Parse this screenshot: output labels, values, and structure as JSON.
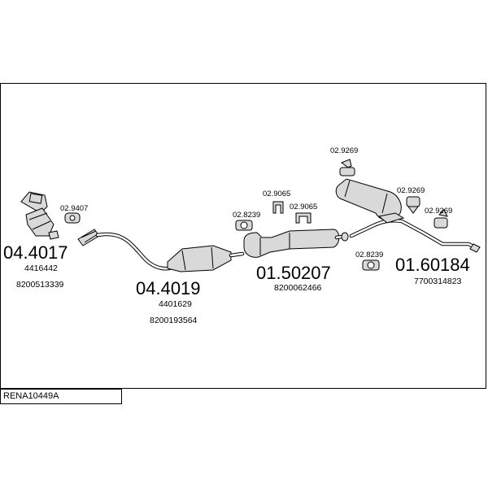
{
  "diagram_code": "RENA10449A",
  "parts": [
    {
      "number": "04.4017",
      "refs": [
        "4416442",
        "8200513339"
      ]
    },
    {
      "number": "04.4019",
      "refs": [
        "4401629",
        "8200193564"
      ]
    },
    {
      "number": "01.50207",
      "refs": [
        "8200062466"
      ]
    },
    {
      "number": "01.60184",
      "refs": [
        "7700314823"
      ]
    }
  ],
  "fittings": [
    "02.9407",
    "02.8239",
    "02.9065",
    "02.9065",
    "02.8239",
    "02.9269",
    "02.9269",
    "02.9269"
  ]
}
